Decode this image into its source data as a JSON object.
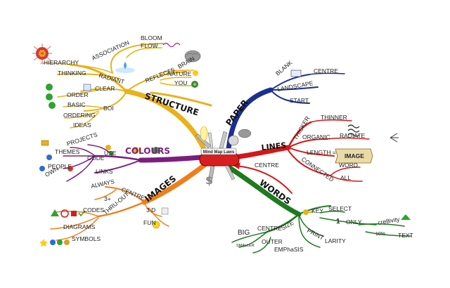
{
  "center": {
    "label": "Mind Map Laws"
  },
  "branches": {
    "structure": {
      "title": "STRUCTURE",
      "color": "#e9b21a",
      "labels": {
        "hierarchy": "HIERARCHY",
        "association": "ASSOCIATION",
        "bloom": "BLOOM",
        "flow": "FLOW",
        "thinking": "THINKING",
        "radiant": "RADIANT",
        "reflects": "REFLECTS",
        "brain": "BRAIN",
        "nature": "NATURE",
        "you": "YOU",
        "order": "ORDER",
        "clear": "CLEAR",
        "basic": "BASIC",
        "boi": "BOI",
        "ordering": "ORDERING",
        "ideas": "IDEAS"
      }
    },
    "paper": {
      "title": "PAPER",
      "color": "#1c2f8f",
      "labels": {
        "blank": "BLANK",
        "centre": "CENTRE",
        "landscape": "LANDSCAPE",
        "start": "START"
      }
    },
    "lines": {
      "title": "LINES",
      "color": "#d51717",
      "labels": {
        "thicker": "THICKER",
        "thinner": "THINNER",
        "organic": "ORGANIC",
        "radiate": "RADIATE",
        "length": "LENGTH =",
        "image": "IMAGE",
        "connected": "CONNECTED",
        "word": "WORD",
        "all": "ALL",
        "centre": "CENTRE"
      }
    },
    "colours": {
      "title": "COLOURS",
      "color": "#7b1e7e",
      "labels": {
        "projects": "PROJECTS",
        "use": "USE",
        "themes": "THEMES",
        "code": "CODE",
        "people": "PEOPLE",
        "own": "OWN",
        "links": "LINKS"
      }
    },
    "images": {
      "title": "IMAGES",
      "color": "#ef7f1a",
      "labels": {
        "always": "ALWAYS",
        "centre": "CENTRE",
        "three_plus": "3+",
        "codes": "CODES",
        "thru_out": "THRU-OUT",
        "three_d": "3 D",
        "fun": "FUN",
        "diagrams": "DIAGRAMS",
        "symbols": "SYMBOLS"
      }
    },
    "words": {
      "title": "WORDS",
      "color": "#1e7a1e",
      "labels": {
        "key": "KEY",
        "select": "SELECT",
        "one": "1",
        "only": "ONLY",
        "creativity": "cre8ivity",
        "ten_percent": "10%",
        "text": "TEXT",
        "big": "BIG",
        "centre": "CENTRE",
        "size": "SIZE",
        "smaller": "SMALLER",
        "outer": "OUTER",
        "print": "PRINT",
        "larity": "LARITY",
        "emphasis": "EMPhaSIS"
      }
    }
  }
}
